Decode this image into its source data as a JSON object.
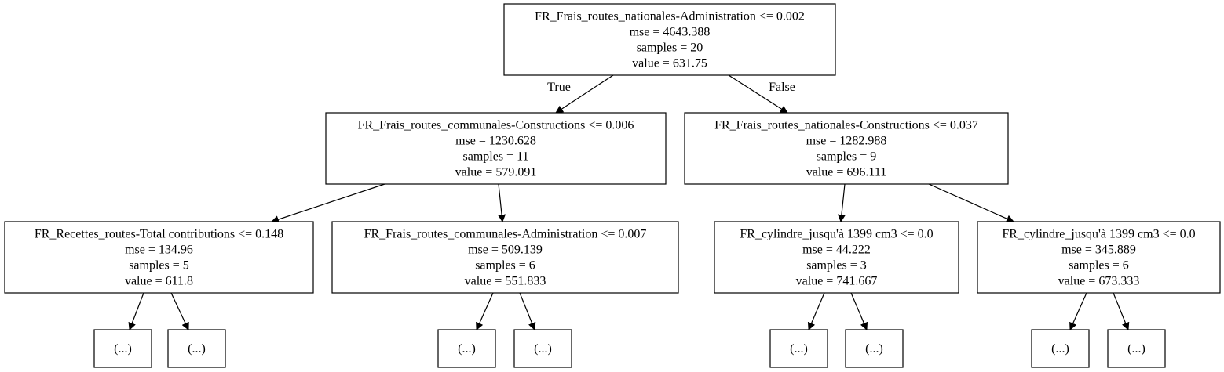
{
  "nodes": [
    {
      "id": "n0",
      "lines": [
        "FR_Frais_routes_nationales-Administration <= 0.002",
        "mse = 4643.388",
        "samples = 20",
        "value = 631.75"
      ]
    },
    {
      "id": "n1",
      "lines": [
        "FR_Frais_routes_communales-Constructions <= 0.006",
        "mse = 1230.628",
        "samples = 11",
        "value = 579.091"
      ]
    },
    {
      "id": "n2",
      "lines": [
        "FR_Frais_routes_nationales-Constructions <= 0.037",
        "mse = 1282.988",
        "samples = 9",
        "value = 696.111"
      ]
    },
    {
      "id": "n3",
      "lines": [
        "FR_Recettes_routes-Total contributions <= 0.148",
        "mse = 134.96",
        "samples = 5",
        "value = 611.8"
      ]
    },
    {
      "id": "n4",
      "lines": [
        "FR_Frais_routes_communales-Administration <= 0.007",
        "mse = 509.139",
        "samples = 6",
        "value = 551.833"
      ]
    },
    {
      "id": "n5",
      "lines": [
        "FR_cylindre_jusqu'à 1399 cm3 <= 0.0",
        "mse = 44.222",
        "samples = 3",
        "value = 741.667"
      ]
    },
    {
      "id": "n6",
      "lines": [
        "FR_cylindre_jusqu'à 1399 cm3 <= 0.0",
        "mse = 345.889",
        "samples = 6",
        "value = 673.333"
      ]
    },
    {
      "id": "l0",
      "lines": [
        "(...)"
      ]
    },
    {
      "id": "l1",
      "lines": [
        "(...)"
      ]
    },
    {
      "id": "l2",
      "lines": [
        "(...)"
      ]
    },
    {
      "id": "l3",
      "lines": [
        "(...)"
      ]
    },
    {
      "id": "l4",
      "lines": [
        "(...)"
      ]
    },
    {
      "id": "l5",
      "lines": [
        "(...)"
      ]
    },
    {
      "id": "l6",
      "lines": [
        "(...)"
      ]
    },
    {
      "id": "l7",
      "lines": [
        "(...)"
      ]
    }
  ],
  "edges": [
    {
      "from": "n0",
      "to": "n1",
      "label": "True"
    },
    {
      "from": "n0",
      "to": "n2",
      "label": "False"
    },
    {
      "from": "n1",
      "to": "n3",
      "label": ""
    },
    {
      "from": "n1",
      "to": "n4",
      "label": ""
    },
    {
      "from": "n2",
      "to": "n5",
      "label": ""
    },
    {
      "from": "n2",
      "to": "n6",
      "label": ""
    },
    {
      "from": "n3",
      "to": "l0",
      "label": ""
    },
    {
      "from": "n3",
      "to": "l1",
      "label": ""
    },
    {
      "from": "n4",
      "to": "l2",
      "label": ""
    },
    {
      "from": "n4",
      "to": "l3",
      "label": ""
    },
    {
      "from": "n5",
      "to": "l4",
      "label": ""
    },
    {
      "from": "n5",
      "to": "l5",
      "label": ""
    },
    {
      "from": "n6",
      "to": "l6",
      "label": ""
    },
    {
      "from": "n6",
      "to": "l7",
      "label": ""
    }
  ]
}
